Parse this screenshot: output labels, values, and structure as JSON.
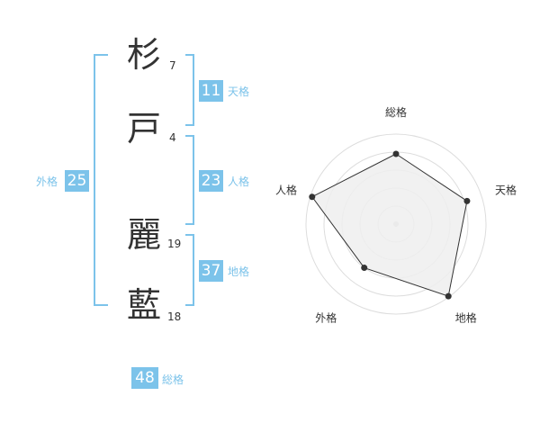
{
  "name_chars": [
    {
      "char": "杉",
      "strokes": "7"
    },
    {
      "char": "戸",
      "strokes": "4"
    },
    {
      "char": "麗",
      "strokes": "19"
    },
    {
      "char": "藍",
      "strokes": "18"
    }
  ],
  "fortunes": {
    "tenkaku": {
      "value": "11",
      "label": "天格"
    },
    "jinkaku": {
      "value": "23",
      "label": "人格"
    },
    "chikaku": {
      "value": "37",
      "label": "地格"
    },
    "gaikaku": {
      "value": "25",
      "label": "外格"
    },
    "soukaku": {
      "value": "48",
      "label": "総格"
    }
  },
  "radar": {
    "axes": [
      "総格",
      "天格",
      "地格",
      "外格",
      "人格"
    ],
    "levels": 5,
    "values": [
      0.78,
      0.83,
      0.99,
      0.6,
      0.98
    ],
    "colors": {
      "fill": "#eeeeee",
      "line": "#333333",
      "grid": "#dddddd",
      "accent": "#7cc3ea"
    }
  }
}
